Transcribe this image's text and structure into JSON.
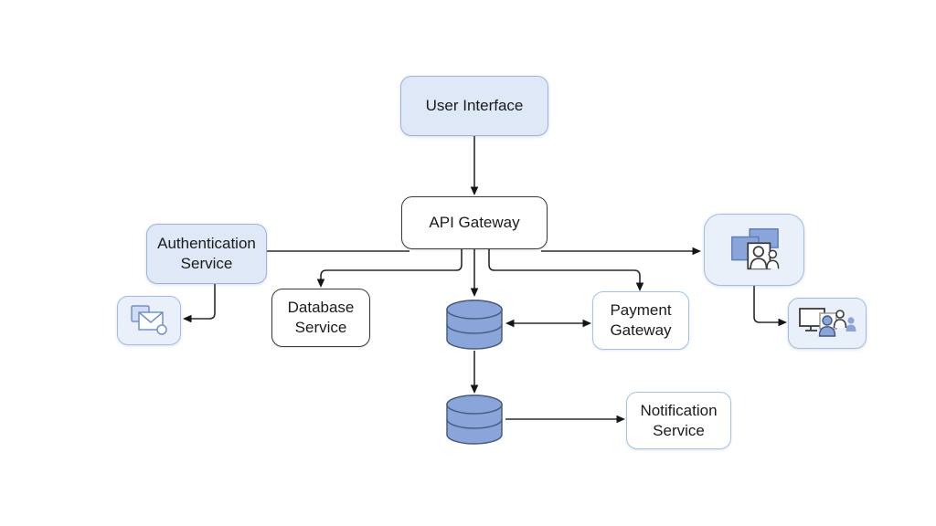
{
  "nodes": {
    "user_interface": {
      "label": "User Interface"
    },
    "api_gateway": {
      "label": "API Gateway"
    },
    "authentication_service": {
      "label": "Authentication Service"
    },
    "database_service": {
      "label": "Database Service"
    },
    "payment_gateway": {
      "label": "Payment Gateway"
    },
    "notification_service": {
      "label": "Notification Service"
    },
    "primary_database": {
      "icon": "database-cylinder-icon"
    },
    "secondary_database": {
      "icon": "database-cylinder-icon"
    },
    "email_message_node": {
      "icon": "email-message-icon"
    },
    "collaboration_node": {
      "icon": "shared-screens-users-icon"
    },
    "meeting_node": {
      "icon": "monitor-team-icon"
    }
  },
  "edges": [
    {
      "from": "user_interface",
      "to": "api_gateway",
      "arrows": "end"
    },
    {
      "from": "authentication_service",
      "to": "api_gateway",
      "arrows": "none"
    },
    {
      "from": "api_gateway",
      "to": "collaboration_node",
      "arrows": "end"
    },
    {
      "from": "api_gateway",
      "to": "database_service",
      "arrows": "end"
    },
    {
      "from": "api_gateway",
      "to": "primary_database",
      "arrows": "end"
    },
    {
      "from": "api_gateway",
      "to": "payment_gateway",
      "arrows": "end"
    },
    {
      "from": "primary_database",
      "to": "payment_gateway",
      "arrows": "both"
    },
    {
      "from": "authentication_service",
      "to": "email_message_node",
      "arrows": "end"
    },
    {
      "from": "primary_database",
      "to": "secondary_database",
      "arrows": "end"
    },
    {
      "from": "secondary_database",
      "to": "notification_service",
      "arrows": "end"
    },
    {
      "from": "collaboration_node",
      "to": "meeting_node",
      "arrows": "end"
    }
  ],
  "colors": {
    "background": "#ffffff",
    "node_blue_fill": "#dfe8f6",
    "node_blue_border": "#9db4dd",
    "icon_box_fill": "#eaf0fa",
    "icon_box_border": "#a3bce2",
    "white_box_dark_border": "#3a3a3a",
    "white_box_blue_border": "#a5c2e6",
    "cylinder_fill": "#8aa5da",
    "cylinder_border": "#485e80",
    "icon_blue_fill": "#8aa5da",
    "icon_blue_stroke": "#5b7cb8",
    "icon_light_fill": "#cfdcf2",
    "icon_dark_stroke": "#3a3a3a",
    "connector": "#2b2b2b",
    "text": "#1b1b1b"
  }
}
